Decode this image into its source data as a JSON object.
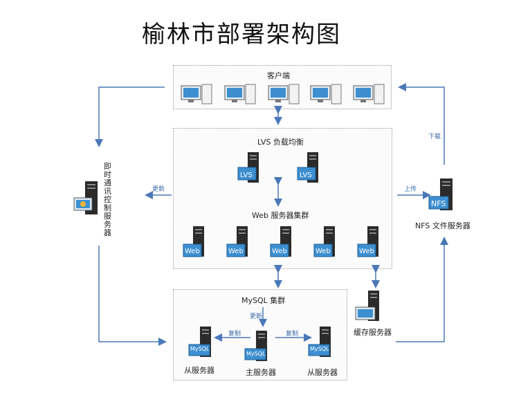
{
  "title": "榆林市部署架构图",
  "clients": {
    "label": "客户端"
  },
  "lvs": {
    "label": "LVS 负载均衡",
    "server_text": "LVS"
  },
  "web": {
    "label": "Web 服务器集群",
    "server_text": "Web"
  },
  "mysql": {
    "label": "MySQL 集群",
    "update": "更新",
    "replicate": "复制",
    "server_text": "MySQL",
    "master": "主服务器",
    "slave": "从服务器"
  },
  "cache": {
    "label": "缓存服务器"
  },
  "nfs": {
    "label": "NFS 文件服务器",
    "server_text": "NFS",
    "upload": "上传",
    "download": "下载"
  },
  "im": {
    "label": "即时通讯控制服务器",
    "update": "更新"
  },
  "colors": {
    "arrow": "#4a78b8",
    "screen": "#3d8fd0",
    "server": "#2b2b2b"
  }
}
